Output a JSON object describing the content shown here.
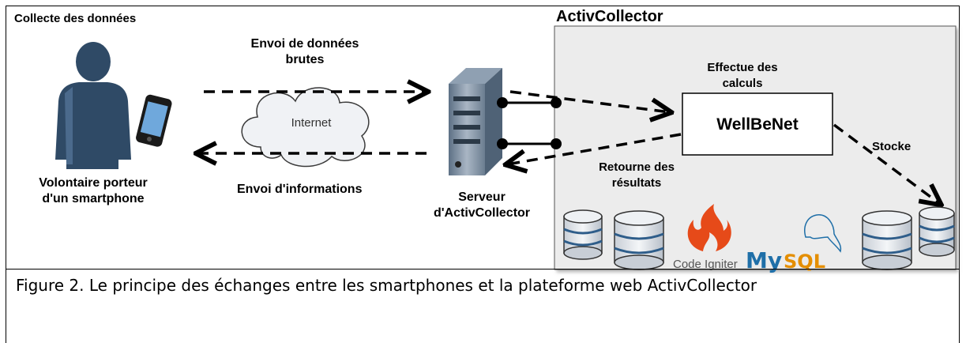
{
  "header": {
    "section_title": "Collecte des données",
    "panel_title": "ActivCollector"
  },
  "labels": {
    "volunteer_line1": "Volontaire porteur",
    "volunteer_line2": "d'un smartphone",
    "send_raw_line1": "Envoi de données",
    "send_raw_line2": "brutes",
    "internet": "Internet",
    "send_info": "Envoi d'informations",
    "server_line1": "Serveur",
    "server_line2": "d'ActivCollector",
    "compute_line1": "Effectue des",
    "compute_line2": "calculs",
    "wellbenet": "WellBeNet",
    "store": "Stocke",
    "return_line1": "Retourne des",
    "return_line2": "résultats"
  },
  "logos": {
    "codeigniter": "Code Igniter",
    "mysql_my": "My",
    "mysql_sql": "SQL"
  },
  "caption": "Figure 2. Le principe des échanges entre les smartphones et la plateforme web ActivCollector",
  "colors": {
    "panel_bg": "#ececec",
    "person": "#2f4a66",
    "db_stripe": "#2e5d8a",
    "mysql_blue": "#1f6fa8",
    "mysql_orange": "#e48e00",
    "ci_flame": "#e64a19"
  }
}
